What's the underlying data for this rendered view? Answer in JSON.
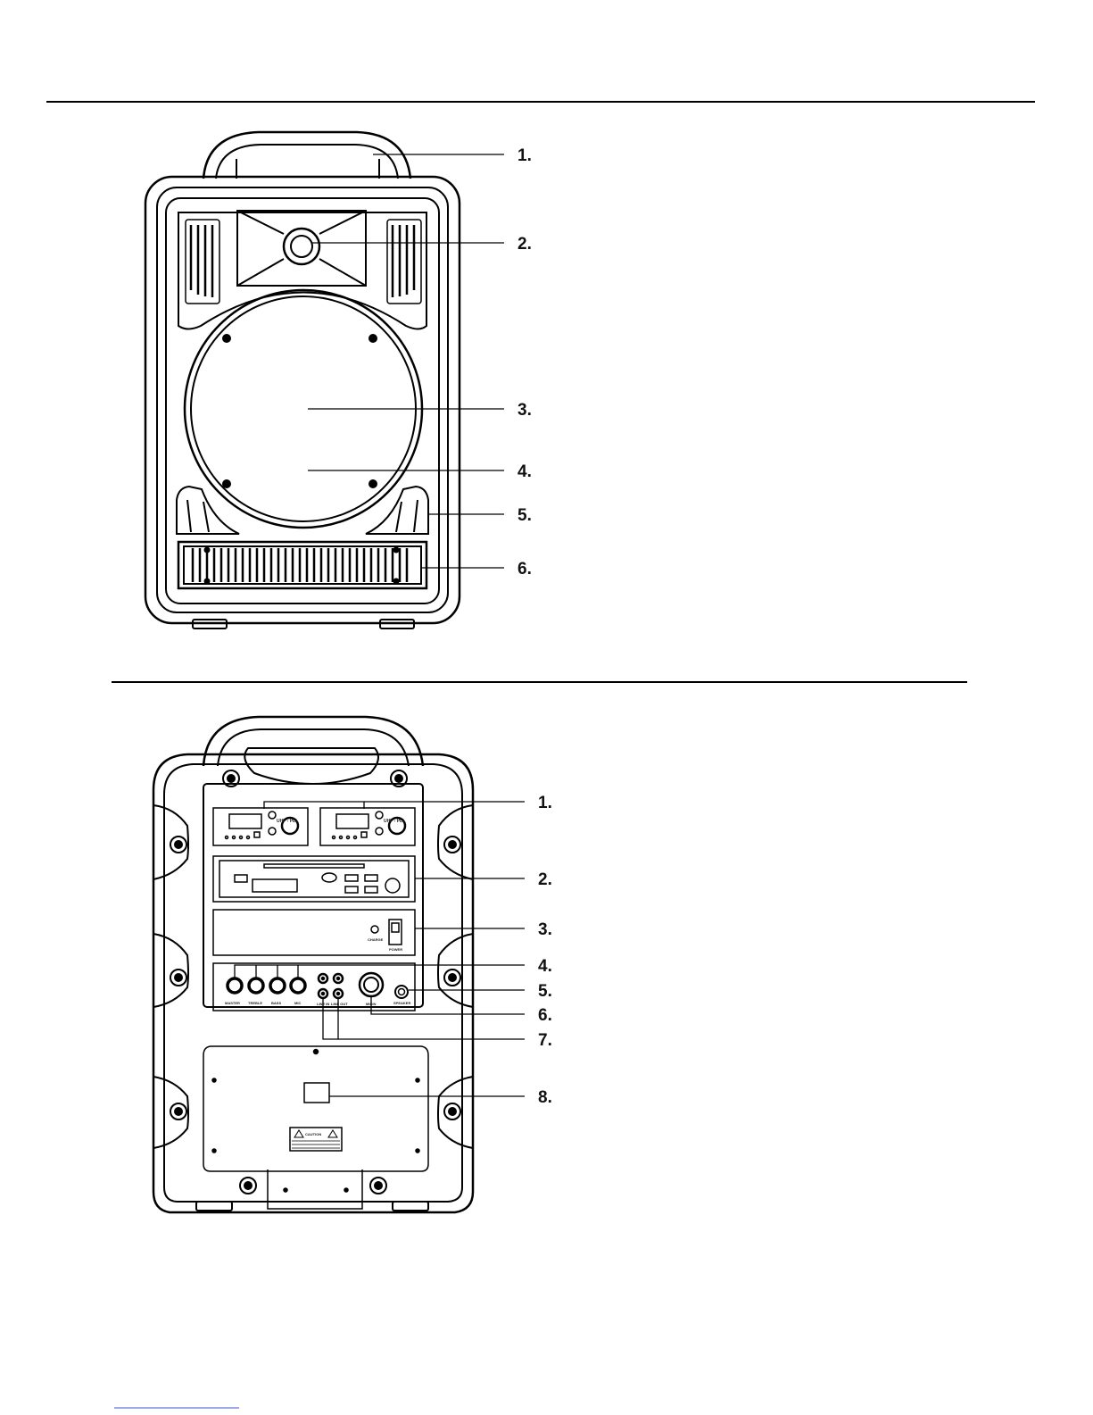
{
  "front_view": {
    "callouts": [
      "1.",
      "2.",
      "3.",
      "4.",
      "5.",
      "6."
    ]
  },
  "rear_view": {
    "callouts": [
      "1.",
      "2.",
      "3.",
      "4.",
      "5.",
      "6.",
      "7.",
      "8."
    ],
    "panel_labels": {
      "uhf_pll": "UHF - PLL",
      "charge": "CHARGE",
      "power": "POWER",
      "master": "MASTER",
      "treble": "TREBLE",
      "bass": "BASS",
      "mic": "MIC",
      "line_in": "LINE IN",
      "line_out": "LINE OUT",
      "micin": "MICIN",
      "speaker": "SPEAKER",
      "caution": "CAUTION"
    }
  }
}
